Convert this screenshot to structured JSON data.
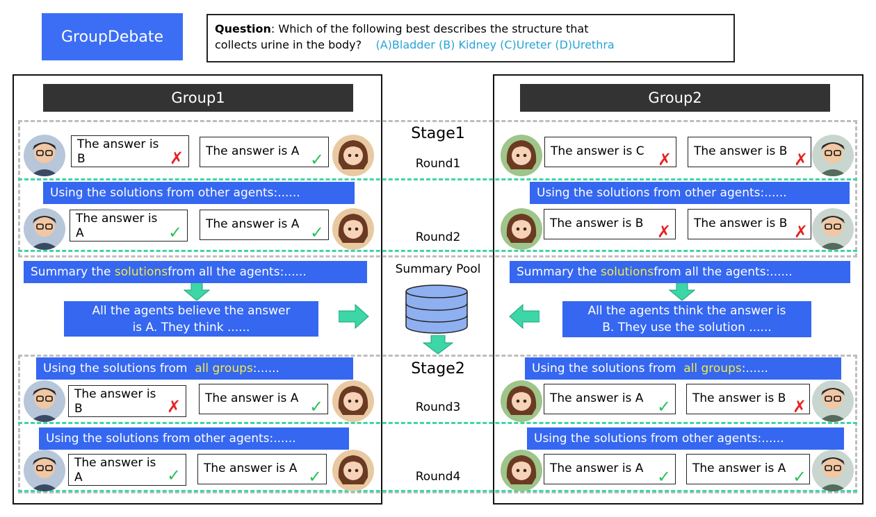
{
  "title_badge": "GroupDebate",
  "question": {
    "label": "Question",
    "text": ":   Which of the following best describes the structure that",
    "text2": "collects urine in the body?",
    "options": "(A)Bladder   (B) Kidney (C)Ureter (D)Urethra"
  },
  "groups": [
    {
      "name": "Group1"
    },
    {
      "name": "Group2"
    }
  ],
  "stages": [
    "Stage1",
    "Stage2"
  ],
  "rounds": [
    "Round1",
    "Round2",
    "Round3",
    "Round4"
  ],
  "summary_pool_label": "Summary Pool",
  "messages": {
    "other_agents": "Using the solutions from other agents:......",
    "summary_prefix": "Summary the ",
    "summary_hl": "solutions",
    "summary_suffix": " from all the agents:......",
    "all_groups_prefix": "Using the solutions from ",
    "all_groups_hl": "all groups",
    "all_groups_suffix": ":......",
    "group1_summary_line1": "All the agents believe the answer",
    "group1_summary_line2": "is A. They think  ......",
    "group2_summary_line1": "All the agents think the answer is",
    "group2_summary_line2": "B. They use the solution  ......"
  },
  "answers": {
    "g1": {
      "r1": [
        "The answer  is B",
        "The answer  is A"
      ],
      "r2": [
        "The answer  is A",
        "The answer  is A"
      ],
      "r3": [
        "The answer  is B",
        "The answer  is A"
      ],
      "r4": [
        "The answer  is A",
        "The answer  is A"
      ]
    },
    "g2": {
      "r1": [
        "The answer  is C",
        "The answer  is B"
      ],
      "r2": [
        "The answer  is B",
        "The answer  is B"
      ],
      "r3": [
        "The answer  is A",
        "The answer  is B"
      ],
      "r4": [
        "The answer  is A",
        "The answer  is A"
      ]
    },
    "g1_split": {
      "r1_left_l1": "The answer  is",
      "r1_left_l2": "B",
      "r2_left_l1": "The answer  is",
      "r2_left_l2": "A",
      "r3_left_l1": "The answer  is",
      "r3_left_l2": "B",
      "r4_left_l1": "The answer  is",
      "r4_left_l2": "A"
    }
  },
  "marks": {
    "correct": "✓",
    "wrong": "✗"
  },
  "colors": {
    "blue": "#3567f0",
    "header": "#333333",
    "green_dash": "#3dd6a6",
    "gray_dash": "#bdbdbd",
    "highlight": "#f4e94a",
    "arrow": "#3dd6a6"
  }
}
